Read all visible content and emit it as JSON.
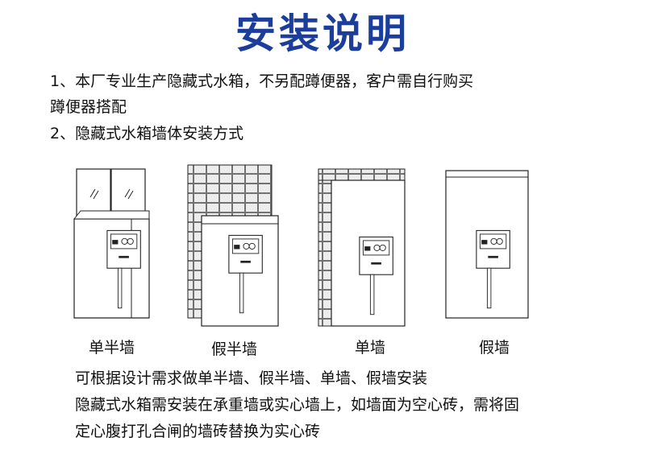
{
  "title": "安装说明",
  "intro": {
    "line1": "1、本厂专业生产隐藏式水箱，不另配蹲便器，客户需自行购买",
    "line2": "蹲便器搭配",
    "line3": "2、隐藏式水箱墙体安装方式"
  },
  "diagrams": [
    {
      "label": "单半墙"
    },
    {
      "label": "假半墙"
    },
    {
      "label": "单墙"
    },
    {
      "label": "假墙"
    }
  ],
  "notes": {
    "line1": "可根据设计需求做单半墙、假半墙、单墙、假墙安装",
    "line2": "隐藏式水箱需安装在承重墙或实心墙上，如墙面为空心砖，需将固",
    "line3": "定心腹打孔合闸的墙砖替换为实心砖"
  },
  "colors": {
    "title": "#1b3d9c",
    "brick": "#d9d9d9"
  }
}
